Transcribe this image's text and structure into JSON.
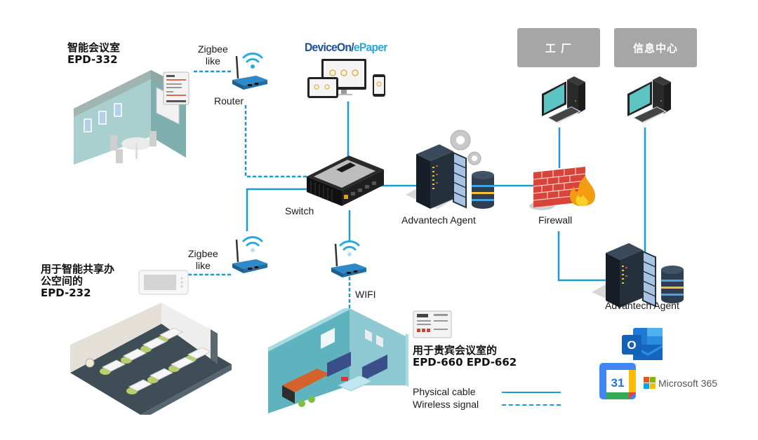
{
  "colors": {
    "cable": "#1a9ad6",
    "zone_box": "#a6a6a6",
    "brand_dark": "#1b4f9c",
    "brand_light": "#2aa7e0"
  },
  "brand": {
    "part1": "DeviceOn/",
    "part2": "ePaper"
  },
  "zones": [
    {
      "label": "工 厂"
    },
    {
      "label": "信息中心"
    }
  ],
  "rooms": {
    "meeting": {
      "title": "智能会议室\nEPD-332"
    },
    "shared_office": {
      "title": "用于智能共享办\n公空间的\nEPD-232"
    },
    "vip_meeting": {
      "title": "用于贵宾会议室的\nEPD-660 EPD-662"
    }
  },
  "devices": {
    "router": "Router",
    "switch": "Switch",
    "agent_main": "Advantech Agent",
    "firewall": "Firewall",
    "agent_secondary": "Advantech Agent"
  },
  "links": {
    "zigbee_top": "Zigbee\nlike",
    "zigbee_left": "Zigbee\nlike",
    "wifi": "WIFI"
  },
  "legend": {
    "physical": "Physical cable",
    "wireless": "Wireless signal"
  },
  "integrations": {
    "calendar_day": "31",
    "outlook_letter": "O",
    "microsoft365": "Microsoft 365"
  }
}
